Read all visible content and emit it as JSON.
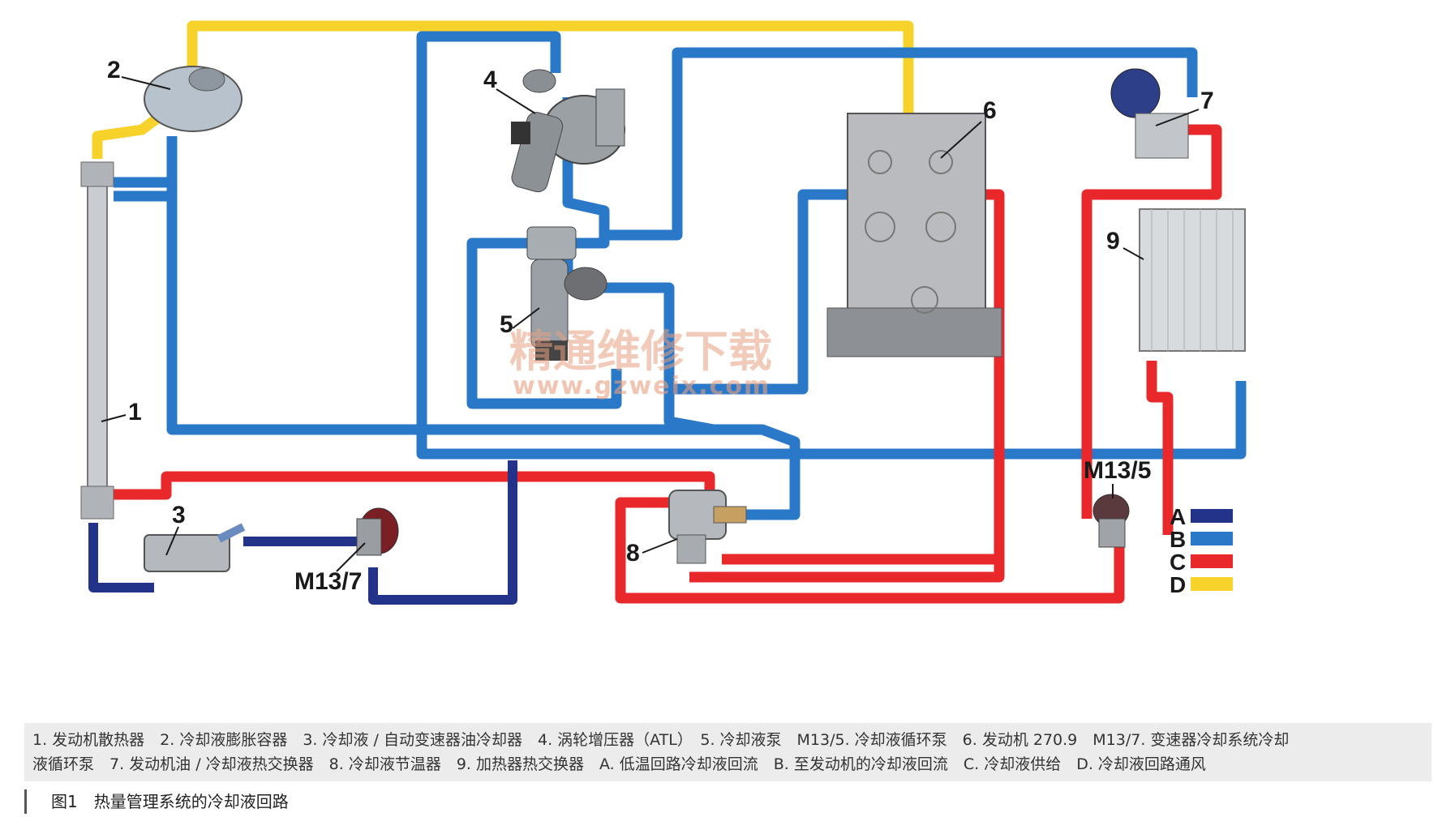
{
  "components": {
    "n1": "1",
    "n2": "2",
    "n3": "3",
    "n4": "4",
    "n5": "5",
    "n6": "6",
    "n7": "7",
    "n8": "8",
    "n9": "9",
    "m13_5": "M13/5",
    "m13_7": "M13/7"
  },
  "legend": [
    {
      "key": "A",
      "color": "#23338a"
    },
    {
      "key": "B",
      "color": "#2a78c8"
    },
    {
      "key": "C",
      "color": "#e8282a"
    },
    {
      "key": "D",
      "color": "#f6d22a"
    }
  ],
  "watermark": {
    "cn": "精通维修下载",
    "url": "www.gzweix.com"
  },
  "caption": {
    "line1": "1. 发动机散热器　2. 冷却液膨胀容器　3. 冷却液 / 自动变速器油冷却器　4. 涡轮增压器（ATL）　5. 冷却液泵　M13/5. 冷却液循环泵　6. 发动机 270.9　M13/7. 变速器冷却系统冷却",
    "line2": "液循环泵　7. 发动机油 / 冷却液热交换器　8. 冷却液节温器　9. 加热器热交换器　A. 低温回路冷却液回流　B. 至发动机的冷却液回流　C. 冷却液供给　D. 冷却液回路通风"
  },
  "figure_title": "图1　热量管理系统的冷却液回路"
}
